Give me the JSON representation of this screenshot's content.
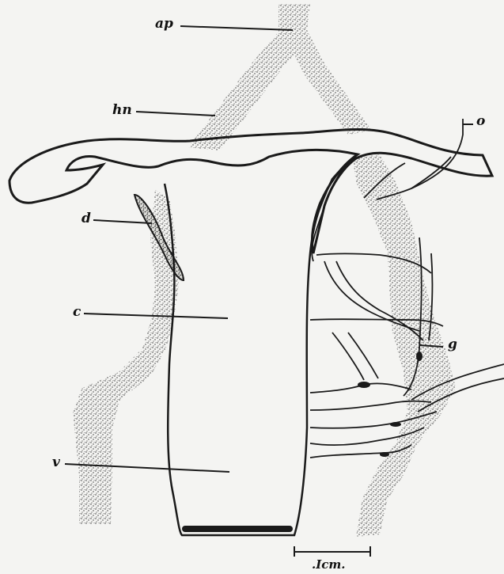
{
  "labels": {
    "ap": "ap",
    "hn": "hn",
    "o": "o",
    "d": "d",
    "c": "c",
    "g": "g",
    "v": "v"
  },
  "scale_bar": {
    "text": ".Icm."
  },
  "colors": {
    "ink": "#1a1a1a",
    "paper": "#f4f4f2",
    "stipple": "#555555"
  }
}
